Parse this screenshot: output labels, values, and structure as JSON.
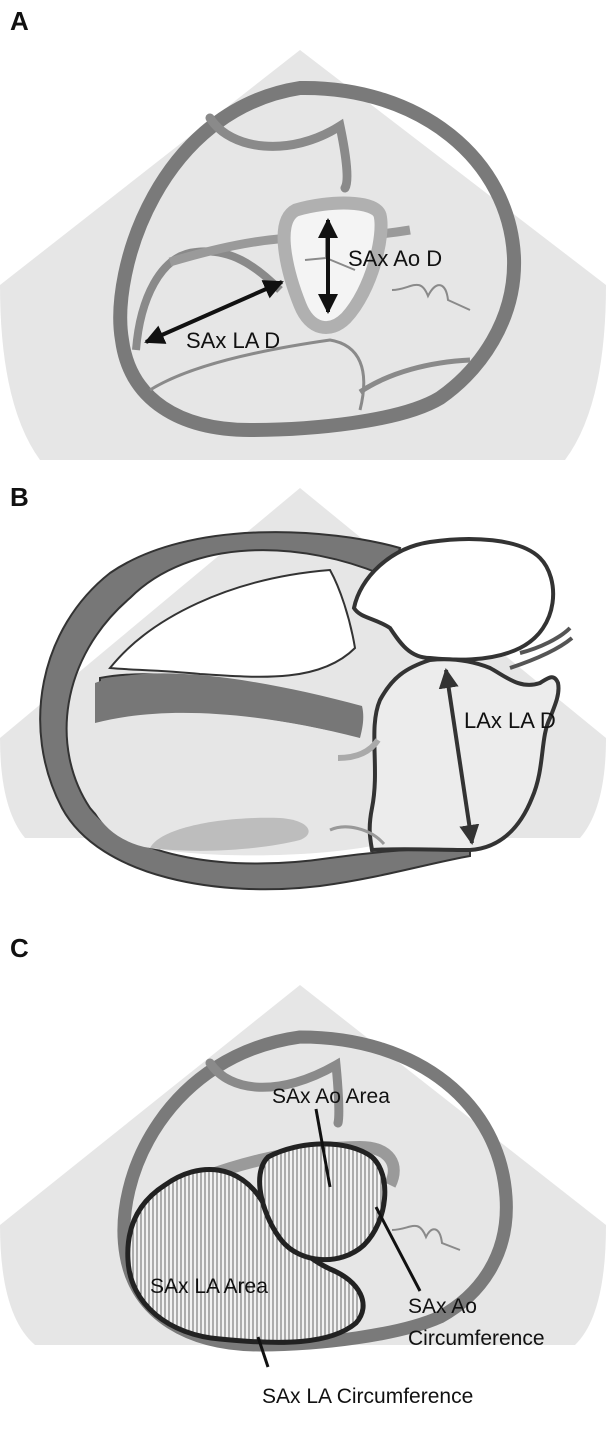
{
  "panels": {
    "a": {
      "letter": "A",
      "labels": {
        "ao_d": "SAx Ao D",
        "la_d": "SAx LA D"
      }
    },
    "b": {
      "letter": "B",
      "labels": {
        "la_d": "LAx LA D"
      }
    },
    "c": {
      "letter": "C",
      "labels": {
        "ao_area": "SAx Ao Area",
        "la_area": "SAx LA Area",
        "ao_circ_line1": "SAx Ao",
        "ao_circ_line2": "Circumference",
        "la_circ": "SAx LA Circumference"
      }
    }
  },
  "colors": {
    "sector": "#e6e6e6",
    "wall": "#7a7a7a",
    "wall_light": "#a9a9a9",
    "outline": "#333333",
    "arrow": "#111111"
  }
}
